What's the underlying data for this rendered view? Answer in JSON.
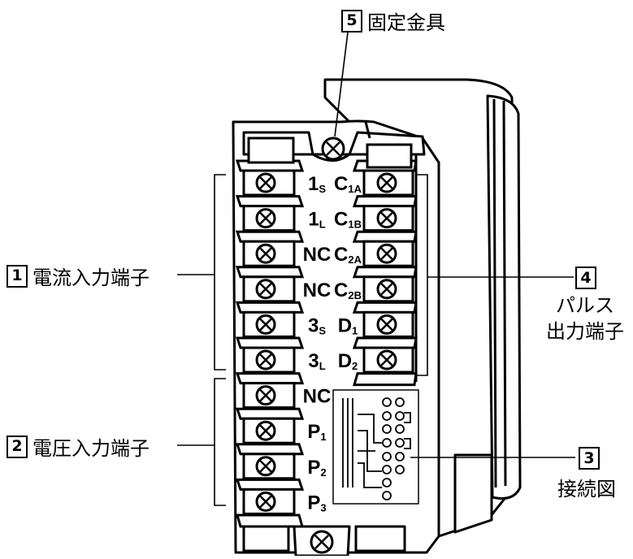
{
  "callouts": {
    "fixing_bracket": {
      "number": "5",
      "label": "固定金具"
    },
    "current_input": {
      "number": "1",
      "label": "電流入力端子"
    },
    "voltage_input": {
      "number": "2",
      "label": "電圧入力端子"
    },
    "pulse_output": {
      "number": "4",
      "label_line1": "パルス",
      "label_line2": "出力端子"
    },
    "wiring_diagram": {
      "number": "3",
      "label": "接続図"
    }
  },
  "terminals": {
    "left": [
      {
        "main": "1",
        "sub": "S"
      },
      {
        "main": "1",
        "sub": "L"
      },
      {
        "main": "NC",
        "sub": ""
      },
      {
        "main": "NC",
        "sub": ""
      },
      {
        "main": "3",
        "sub": "S"
      },
      {
        "main": "3",
        "sub": "L"
      },
      {
        "main": "NC",
        "sub": ""
      },
      {
        "main": "P",
        "sub": "1"
      },
      {
        "main": "P",
        "sub": "2"
      },
      {
        "main": "P",
        "sub": "3"
      }
    ],
    "right": [
      {
        "main": "C",
        "sub": "1A"
      },
      {
        "main": "C",
        "sub": "1B"
      },
      {
        "main": "C",
        "sub": "2A"
      },
      {
        "main": "C",
        "sub": "2B"
      },
      {
        "main": "D",
        "sub": "1"
      },
      {
        "main": "D",
        "sub": "2"
      }
    ]
  },
  "colors": {
    "ink": "#000000",
    "paper": "#ffffff"
  }
}
